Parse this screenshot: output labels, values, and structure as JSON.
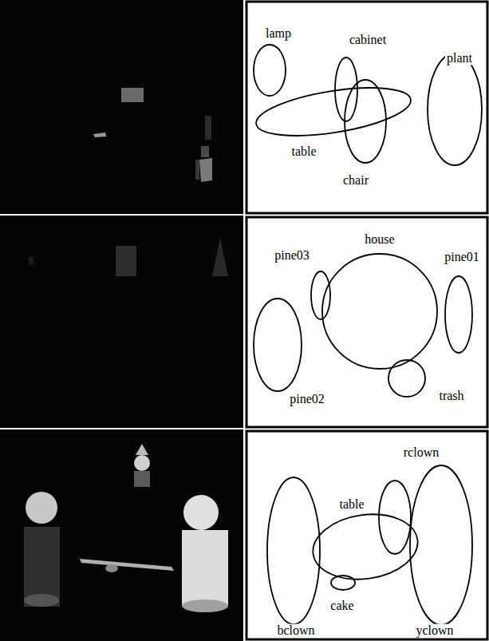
{
  "diagram": {
    "labels": [
      "lamp",
      "cabinet",
      "plant",
      "table",
      "chair",
      "house",
      "pine03",
      "pine01",
      "pine02",
      "trash",
      "rclown",
      "table",
      "cake",
      "bclown",
      "yclown"
    ]
  }
}
